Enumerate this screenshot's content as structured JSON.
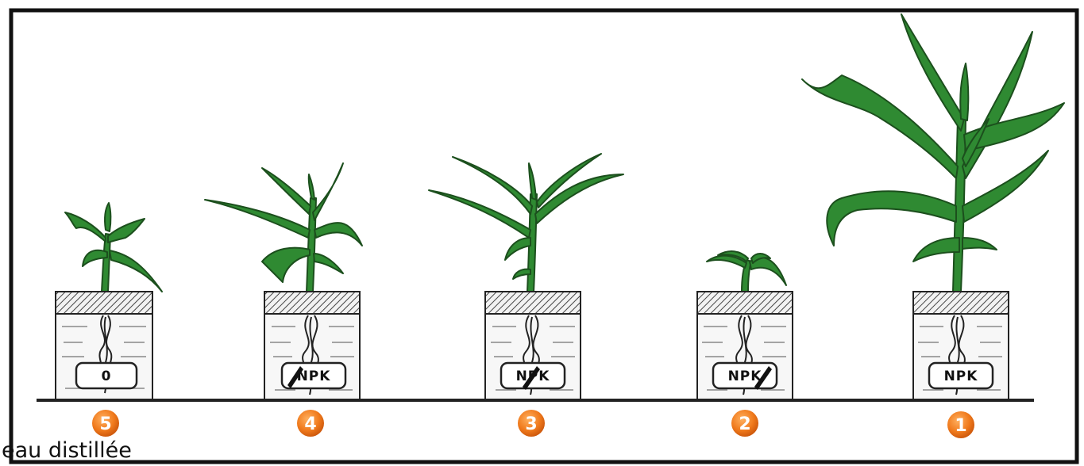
{
  "caption": "eau distillée",
  "colors": {
    "leaf": "#2f8a32",
    "leaf_dark": "#1c4f1d",
    "badge": "#f07a1c",
    "frame": "#111111"
  },
  "pots": [
    {
      "number": "5",
      "label": "0"
    },
    {
      "number": "4",
      "label": "NPK"
    },
    {
      "number": "3",
      "label": "NPK"
    },
    {
      "number": "2",
      "label": "NPK"
    },
    {
      "number": "1",
      "label": "NPK"
    }
  ]
}
